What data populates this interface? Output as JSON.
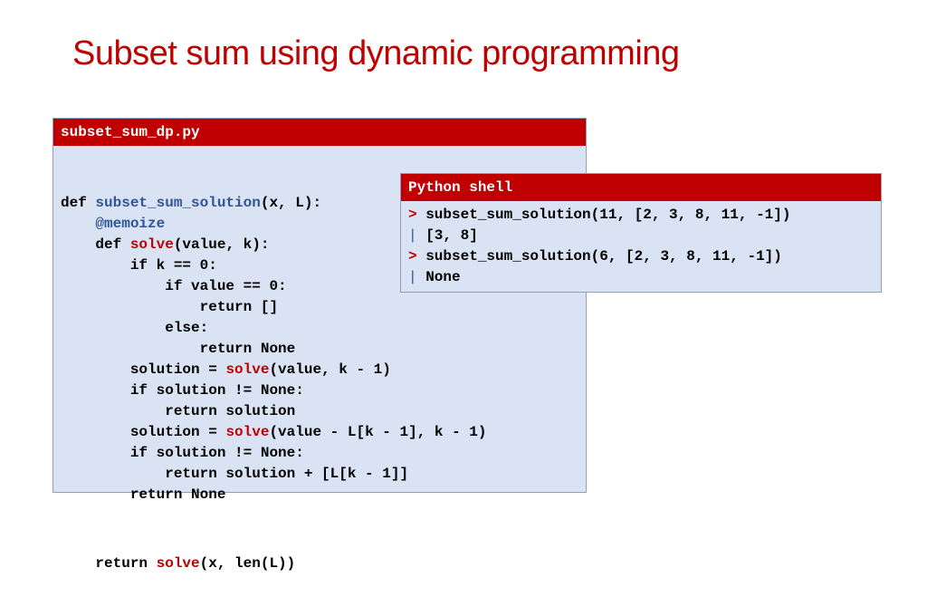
{
  "slide": {
    "title": "Subset sum using dynamic programming"
  },
  "editor": {
    "filename": "subset_sum_dp.py",
    "lines": [
      {
        "indent": "",
        "parts": [
          {
            "t": "def ",
            "c": "kw"
          },
          {
            "t": "subset_sum_solution",
            "c": "fn"
          },
          {
            "t": "(x, L):",
            "c": "kw"
          }
        ]
      },
      {
        "indent": "    ",
        "parts": [
          {
            "t": "@memoize",
            "c": "fn"
          }
        ]
      },
      {
        "indent": "    ",
        "parts": [
          {
            "t": "def ",
            "c": "kw"
          },
          {
            "t": "solve",
            "c": "call"
          },
          {
            "t": "(value, k):",
            "c": "kw"
          }
        ]
      },
      {
        "indent": "        ",
        "parts": [
          {
            "t": "if k == 0:",
            "c": "kw"
          }
        ]
      },
      {
        "indent": "            ",
        "parts": [
          {
            "t": "if value == 0:",
            "c": "kw"
          }
        ]
      },
      {
        "indent": "                ",
        "parts": [
          {
            "t": "return []",
            "c": "kw"
          }
        ]
      },
      {
        "indent": "            ",
        "parts": [
          {
            "t": "else:",
            "c": "kw"
          }
        ]
      },
      {
        "indent": "                ",
        "parts": [
          {
            "t": "return None",
            "c": "kw"
          }
        ]
      },
      {
        "indent": "        ",
        "parts": [
          {
            "t": "solution = ",
            "c": "kw"
          },
          {
            "t": "solve",
            "c": "call"
          },
          {
            "t": "(value, k - 1)",
            "c": "kw"
          }
        ]
      },
      {
        "indent": "        ",
        "parts": [
          {
            "t": "if solution != None:",
            "c": "kw"
          }
        ]
      },
      {
        "indent": "            ",
        "parts": [
          {
            "t": "return solution",
            "c": "kw"
          }
        ]
      },
      {
        "indent": "        ",
        "parts": [
          {
            "t": "solution = ",
            "c": "kw"
          },
          {
            "t": "solve",
            "c": "call"
          },
          {
            "t": "(value - L[k - 1], k - 1)",
            "c": "kw"
          }
        ]
      },
      {
        "indent": "        ",
        "parts": [
          {
            "t": "if solution != None:",
            "c": "kw"
          }
        ]
      },
      {
        "indent": "            ",
        "parts": [
          {
            "t": "return solution + [L[k - 1]]",
            "c": "kw"
          }
        ]
      },
      {
        "indent": "        ",
        "parts": [
          {
            "t": "return None",
            "c": "kw"
          }
        ]
      }
    ],
    "final_line": {
      "indent": "    ",
      "parts": [
        {
          "t": "return ",
          "c": "kw"
        },
        {
          "t": "solve",
          "c": "call"
        },
        {
          "t": "(x, len(L))",
          "c": "kw"
        }
      ]
    }
  },
  "shell": {
    "title": "Python shell",
    "lines": [
      {
        "marker": "> ",
        "marker_type": "prompt",
        "text": "subset_sum_solution(11, [2, 3, 8, 11, -1])"
      },
      {
        "marker": "| ",
        "marker_type": "bar",
        "text": "[3, 8]"
      },
      {
        "marker": "> ",
        "marker_type": "prompt",
        "text": "subset_sum_solution(6, [2, 3, 8, 11, -1])"
      },
      {
        "marker": "| ",
        "marker_type": "bar",
        "text": "None"
      }
    ]
  },
  "colors": {
    "accent_red": "#c00000",
    "panel_bg": "#dae3f3",
    "function_blue": "#2f5597"
  }
}
